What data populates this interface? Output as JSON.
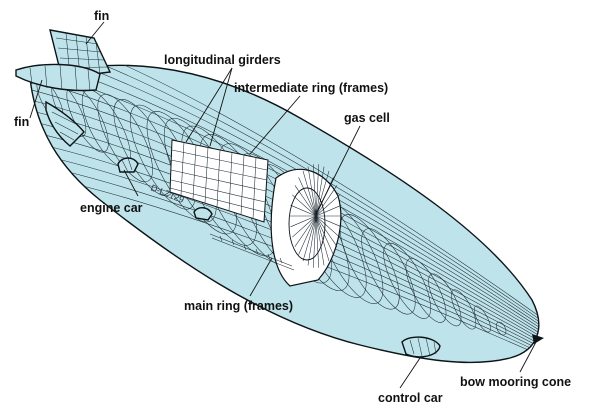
{
  "labels": {
    "fin_top": "fin",
    "fin_left": "fin",
    "longitudinal_girders": "longitudinal girders",
    "intermediate_ring": "intermediate ring (frames)",
    "gas_cell": "gas cell",
    "engine_car": "engine car",
    "main_ring": "main ring (frames)",
    "control_car": "control car",
    "bow_mooring_cone": "bow mooring cone"
  },
  "hull_marking": "D-LZ129",
  "colors": {
    "hull": "#bfe3ea",
    "interior": "#ffffff",
    "line": "#1c2a33",
    "label": "#111111"
  }
}
